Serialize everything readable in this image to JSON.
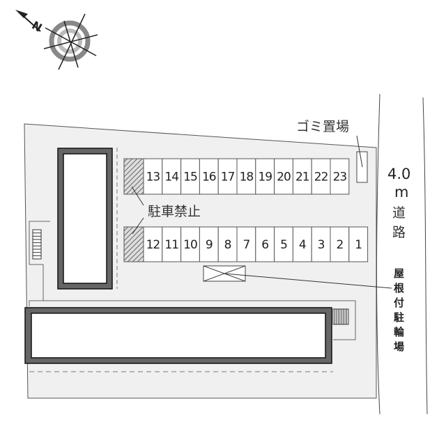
{
  "map": {
    "compass_label": "N",
    "garbage_label": "ゴミ置場",
    "road_width": "4.0",
    "road_unit": "m",
    "road_label": [
      "道",
      "路"
    ],
    "no_parking_label": "駐車禁止",
    "bicycle_label": [
      "屋",
      "根",
      "付",
      "駐",
      "輪",
      "場"
    ],
    "parking_top_row": [
      "13",
      "14",
      "15",
      "16",
      "17",
      "18",
      "19",
      "20",
      "21",
      "22",
      "23"
    ],
    "parking_bottom_row": [
      "12",
      "11",
      "10",
      "9",
      "8",
      "7",
      "6",
      "5",
      "4",
      "3",
      "2",
      "1"
    ]
  },
  "colors": {
    "lot": "#f0f0f0",
    "building_wall": "#666666",
    "compass_ring": "#9a9a9a"
  }
}
